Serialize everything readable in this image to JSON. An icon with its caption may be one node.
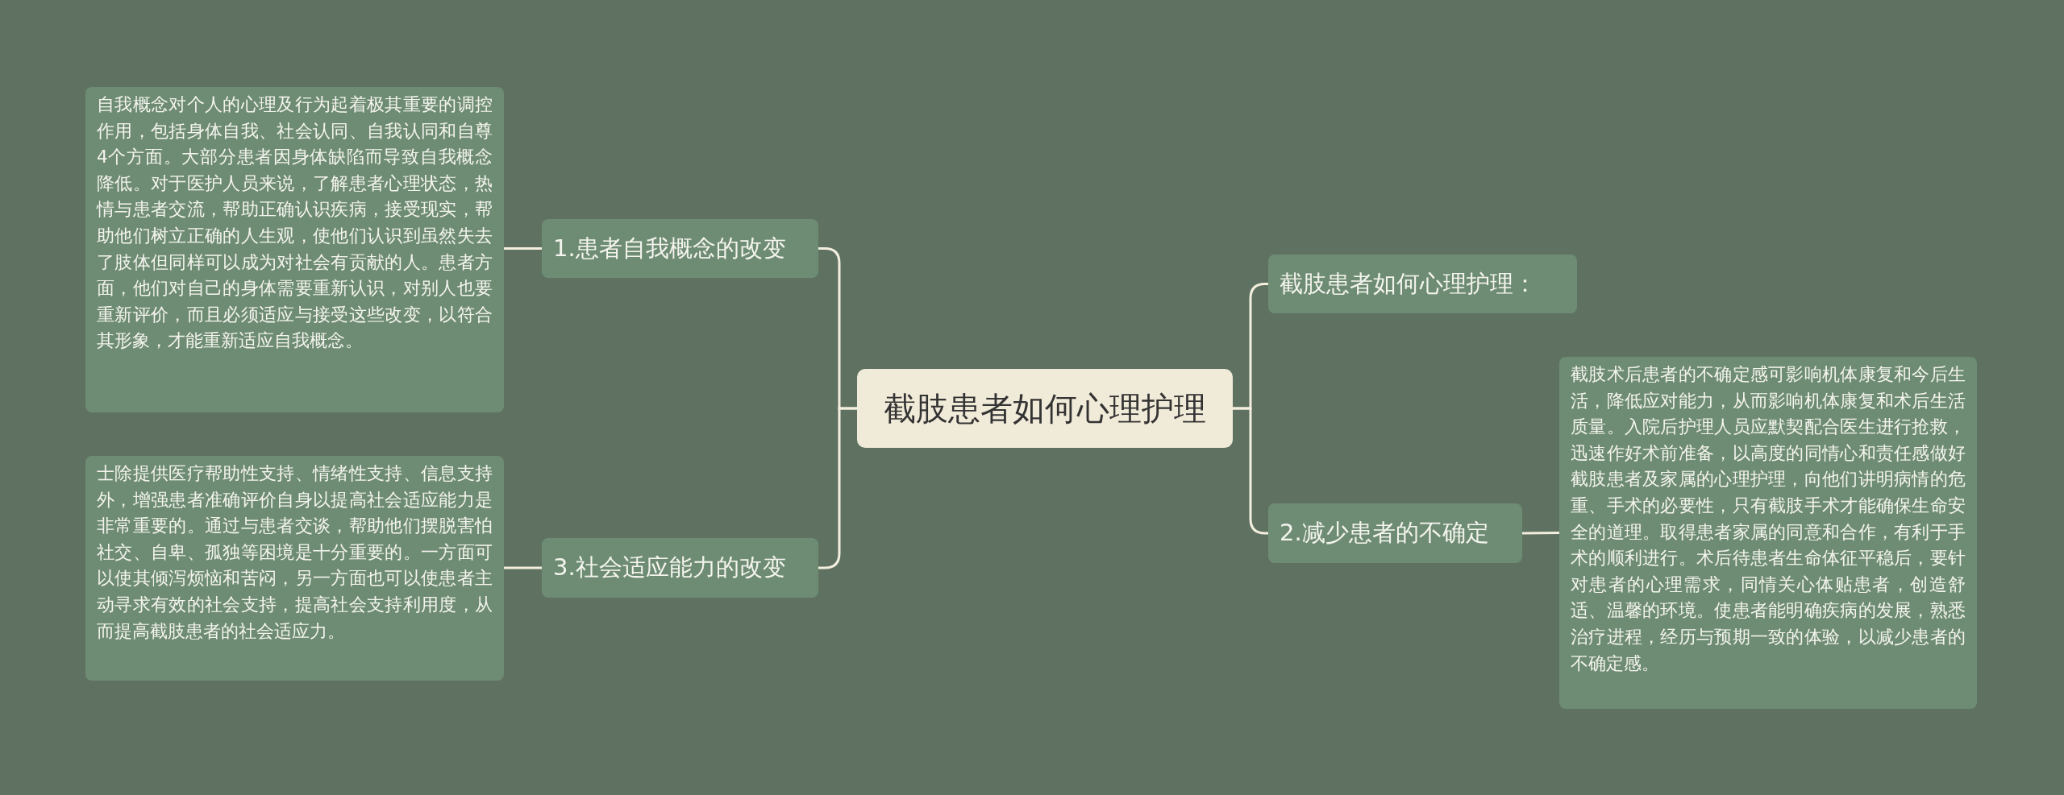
{
  "diagram": {
    "nodes": [
      {
        "text": [
          "截肢患者如何心理护理"
        ]
      },
      {
        "text": [
          "1.患者自我概念的改变"
        ]
      },
      {
        "text": [
          "自我概念对个人的心理及行为起着极其重要的调控作用，包括身体自我、社会认同、自我认同和自尊4个方面。大部分患者因身体缺陷而导致自我概念降低。对于医护人员来说，了解患者心理状态，热情与患者交流，帮助正确认识疾病，接受现实，帮助他们树立正确的人生观，使他们认识到虽然失去了肢体但同样可以成为对社会有贡献的人。患者方面，他们对自己的身体需要重新认识，对别人也要重新评价，而且必须适应与接受这些改变，以符合其形象，才能重新适应自我概念。"
        ]
      },
      {
        "text": [
          "3.社会适应能力的改变"
        ]
      },
      {
        "text": [
          "士除提供医疗帮助性支持、情绪性支持、信息支持外，增强患者准确评价自身以提高社会适应能力是非常重要的。通过与患者交谈，帮助他们摆脱害怕社交、自卑、孤独等困境是十分重要的。一方面可以使其倾泻烦恼和苦闷，另一方面也可以使患者主动寻求有效的社会支持，提高社会支持利用度，从而提高截肢患者的社会适应力。"
        ]
      },
      {
        "text": [
          "截肢患者如何心理护理："
        ]
      },
      {
        "text": [
          "2.减少患者的不确定"
        ]
      },
      {
        "text": [
          "截肢术后患者的不确定感可影响机体康复和今后生活，降低应对能力，从而影响机体康复和术后生活质量。入院后护理人员应默契配合医生进行抢救，迅速作好术前准备，以高度的同情心和责任感做好截肢患者及家属的心理护理，向他们讲明病情的危重、手术的必要性，只有截肢手术才能确保生命安全的道理。取得患者家属的同意和合作，有利于手术的顺利进行。术后待患者生命体征平稳后，要针对患者的心理需求，同情关心体贴患者，创造舒适、温馨的环境。使患者能明确疾病的发展，熟悉治疗进程，经历与预期一致的体验，以减少患者的不确定感。"
        ]
      }
    ],
    "edges": [
      {
        "from": 0,
        "to": 1,
        "arrow": "none"
      },
      {
        "from": 1,
        "to": 2,
        "arrow": "none"
      },
      {
        "from": 0,
        "to": 3,
        "arrow": "none"
      },
      {
        "from": 3,
        "to": 4,
        "arrow": "none"
      },
      {
        "from": 0,
        "to": 5,
        "arrow": "none"
      },
      {
        "from": 0,
        "to": 6,
        "arrow": "none"
      },
      {
        "from": 6,
        "to": 7,
        "arrow": "none"
      }
    ]
  }
}
